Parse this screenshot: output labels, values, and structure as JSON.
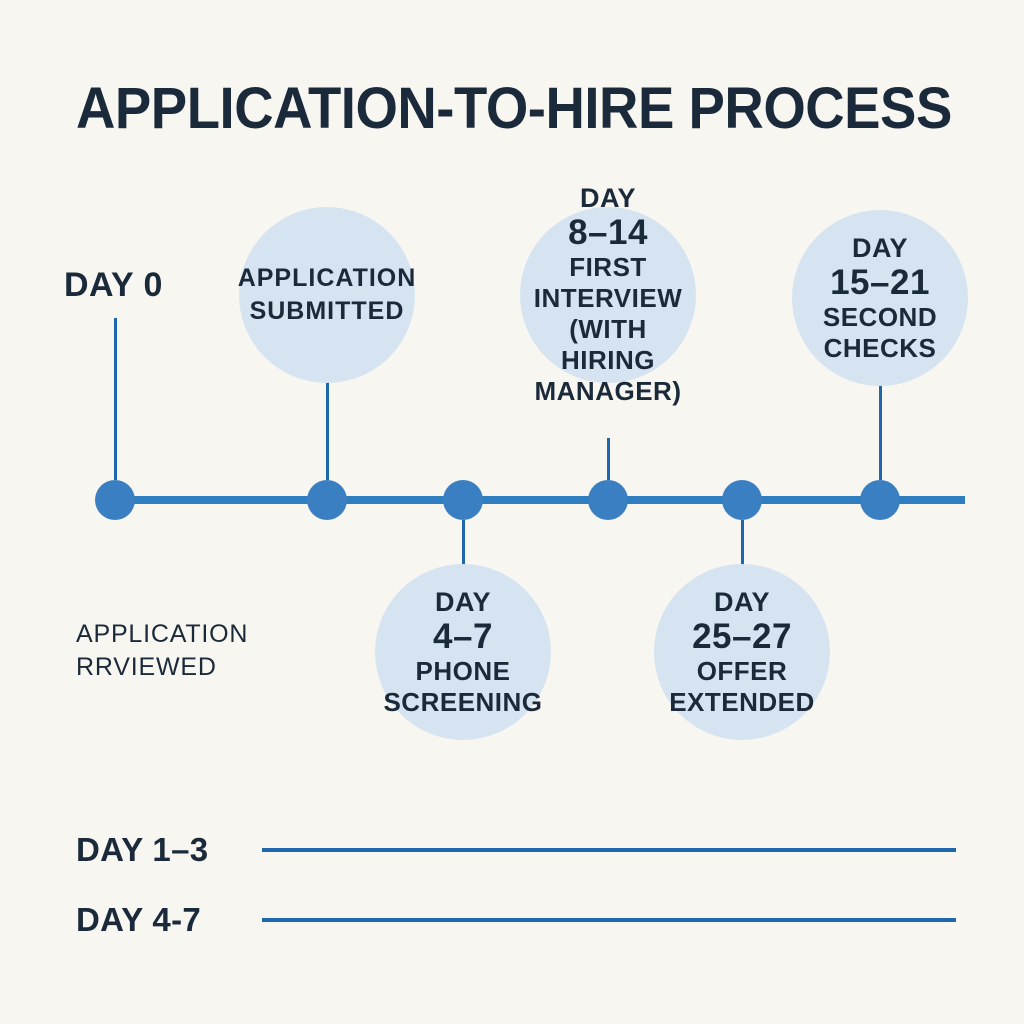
{
  "title": "APPLICATION-TO-HIRE PROCESS",
  "colors": {
    "background": "#f8f6f0",
    "ink": "#1b2a3a",
    "node_blue": "#3a7fc1",
    "line_blue": "#1f67ad",
    "bubble_fill": "#d6e4f2"
  },
  "side_labels": {
    "day_zero": "DAY 0",
    "application_reviewed": "APPLICATION\nRRVIEWED"
  },
  "milestones": [
    {
      "id": "application-submitted",
      "day_word": "",
      "day_number": "",
      "label": "APPLICATION\nSUBMITTED",
      "side": "above"
    },
    {
      "id": "phone-screening",
      "day_word": "DAY",
      "day_number": "4–7",
      "label": "PHONE\nSCREENING",
      "side": "below"
    },
    {
      "id": "first-interview",
      "day_word": "DAY",
      "day_number": "8–14",
      "label": "FIRST\nINTERVIEW\n(WITH HIRING\nMANAGER)",
      "side": "above"
    },
    {
      "id": "offer-extended",
      "day_word": "DAY",
      "day_number": "25–27",
      "label": "OFFER\nEXTENDED",
      "side": "below"
    },
    {
      "id": "second-checks",
      "day_word": "DAY",
      "day_number": "15–21",
      "label": "SECOND\nCHECKS",
      "side": "above"
    }
  ],
  "legend": [
    {
      "label": "DAY 1–3"
    },
    {
      "label": "DAY 4-7"
    }
  ]
}
